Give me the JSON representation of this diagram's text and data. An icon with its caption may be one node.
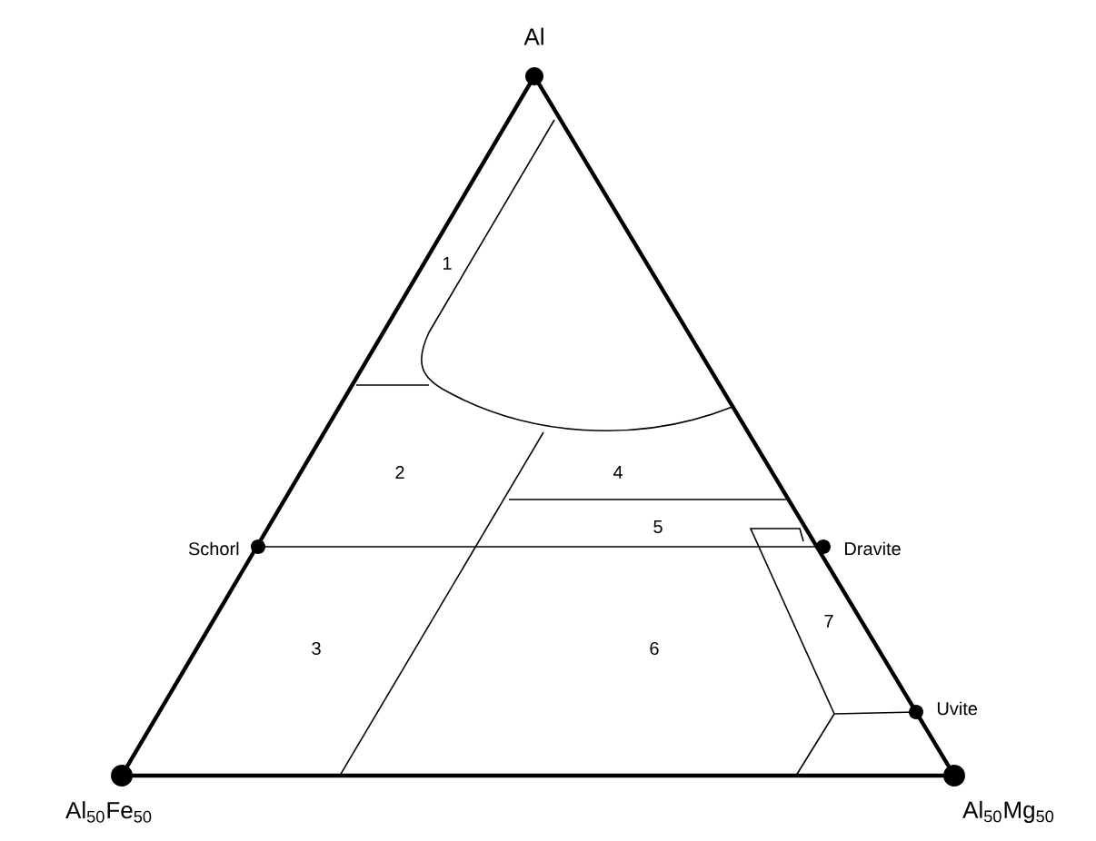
{
  "diagram": {
    "labels": [
      "Al",
      "1",
      "2",
      "4",
      "5",
      "Schorl",
      "Dravite",
      "3",
      "6",
      "7",
      "Uvite",
      "Al$_{50}$Fe$_{50}$",
      "Al$_{50}$Mg$_{50}$"
    ]
  }
}
